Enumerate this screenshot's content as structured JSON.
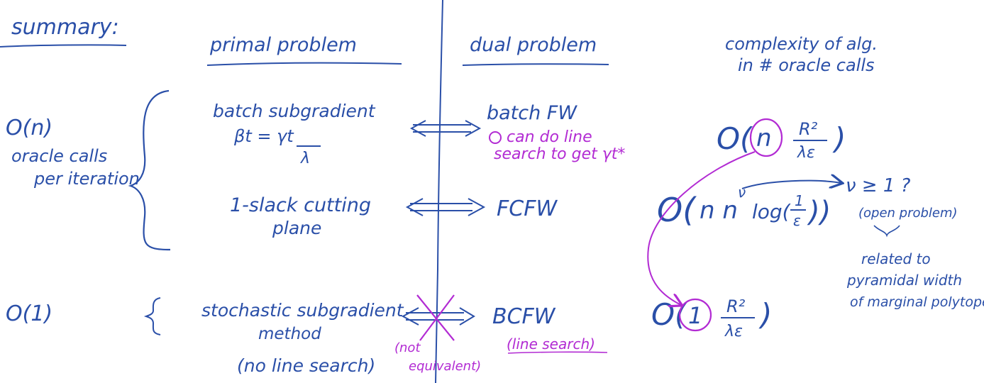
{
  "colors": {
    "blue_ink": "#2a4fa8",
    "magenta_ink": "#b22bd3",
    "background": "#ffffff"
  },
  "title": "summary:",
  "headers": {
    "primal": "primal problem",
    "dual": "dual problem",
    "complexity_line1": "complexity of alg.",
    "complexity_line2": "in # oracle calls"
  },
  "left_labels": {
    "on": "O(n)",
    "oracle_line1": "oracle calls",
    "oracle_line2": "per iteration",
    "o1": "O(1)"
  },
  "rows": [
    {
      "primal_line1": "batch subgradient",
      "primal_beta": "βt = γt",
      "primal_den": "λ",
      "dual": "batch FW",
      "dual_note_line1": "can do line",
      "dual_note_line2": "search to get γt*",
      "complexity_open": "O(",
      "complexity_circled": "n",
      "complexity_num": "R²",
      "complexity_den": "λε",
      "complexity_close": ")"
    },
    {
      "primal_line1": "1-slack cutting",
      "primal_line2": "plane",
      "dual": "FCFW",
      "complexity": "O( n n^ν log(1/ε) )",
      "complexity_O": "O(",
      "complexity_nn": "n n",
      "complexity_nu": "ν",
      "complexity_log": "log(",
      "complexity_frac_num": "1",
      "complexity_frac_den": "ε",
      "complexity_close": "))",
      "open_nu": "ν ≥ 1 ?",
      "open_problem": "(open problem)",
      "related_line1": "related to",
      "related_line2": "pyramidal width",
      "related_line3": "of marginal polytope"
    },
    {
      "primal_line1": "stochastic subgradient",
      "primal_line2": "method",
      "primal_line3": "(no line search)",
      "dual": "BCFW",
      "dual_note": "(line search)",
      "not_equiv_line1": "(not",
      "not_equiv_line2": "equivalent)",
      "complexity_open": "O(",
      "complexity_circled": "1",
      "complexity_num": "R²",
      "complexity_den": "λε",
      "complexity_close": ")"
    }
  ]
}
